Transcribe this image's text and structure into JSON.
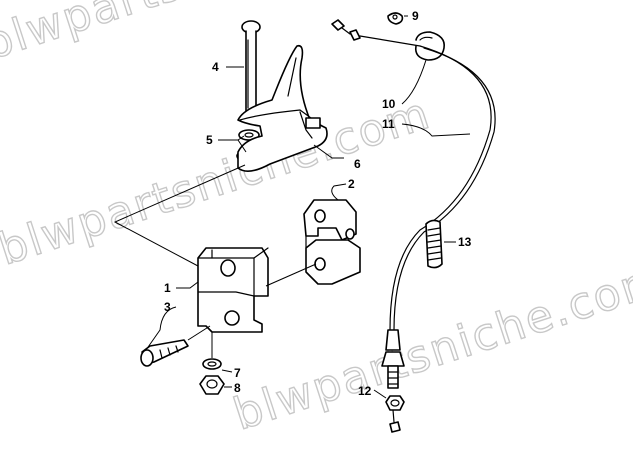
{
  "watermark": {
    "text": "blwpartsniche.com",
    "color": "#c8c8c8"
  },
  "callouts": [
    "1",
    "2",
    "3",
    "4",
    "5",
    "6",
    "7",
    "8",
    "9",
    "10",
    "11",
    "12",
    "13"
  ],
  "colors": {
    "line": "#000000",
    "background": "#ffffff"
  }
}
